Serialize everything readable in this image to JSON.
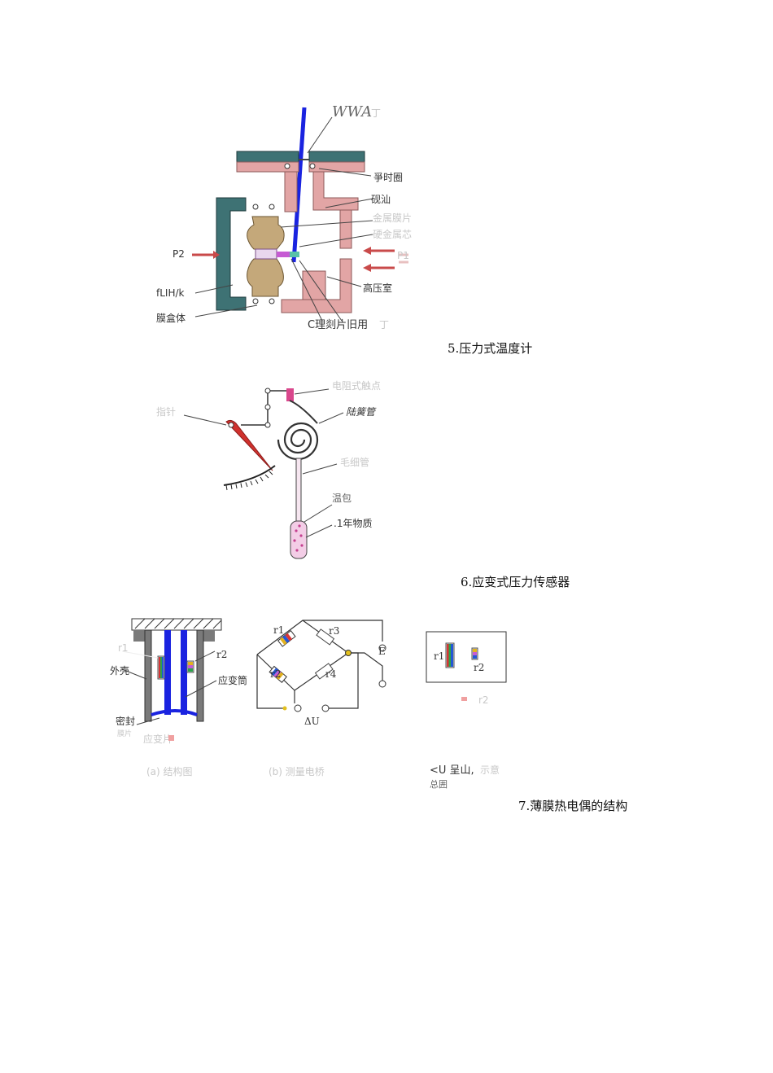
{
  "fig1": {
    "labels": {
      "top": "WWA",
      "top_suffix": "丁",
      "ring": "爭时圈",
      "cover": "砚汕",
      "faded_1": "金属膜片",
      "faded_2": "硬金属芯",
      "faded_3": "P1",
      "p2": "P2",
      "left_mid": "fLIH/k",
      "housing": "膜盒体",
      "high_pressure": "高压室",
      "bottom": "C理剡片旧用",
      "bottom_suffix": "丁"
    }
  },
  "caption1": "5.压力式温度计",
  "fig2": {
    "labels": {
      "top_right": "电阻式触点",
      "pointer": "指针",
      "spiral": "陆簧管",
      "capillary": "毛细管",
      "bulb": "温包",
      "substance": ".1年物质"
    }
  },
  "caption2": "6.应变式压力传感器",
  "fig3": {
    "left": {
      "faded_top": "r1",
      "r2": "r2",
      "shell": "外壳",
      "tube": "应变筒",
      "seal": "密封",
      "seal_sub": "膜片",
      "faded_bottom": "应变片",
      "caption": "(a) 结构图"
    },
    "bridge": {
      "r1": "r1",
      "r2": "r2",
      "r3": "r3",
      "r4": "r4",
      "E": "E",
      "du": "ΔU",
      "caption": "(b) 测量电桥"
    },
    "right": {
      "r1": "r1",
      "r2": "r2",
      "faded_under": "r2",
      "caption_main": "<U 呈山,",
      "caption_faded": "示意",
      "caption_sub": "总囲"
    }
  },
  "caption3": "7.薄膜热电偶的结构"
}
